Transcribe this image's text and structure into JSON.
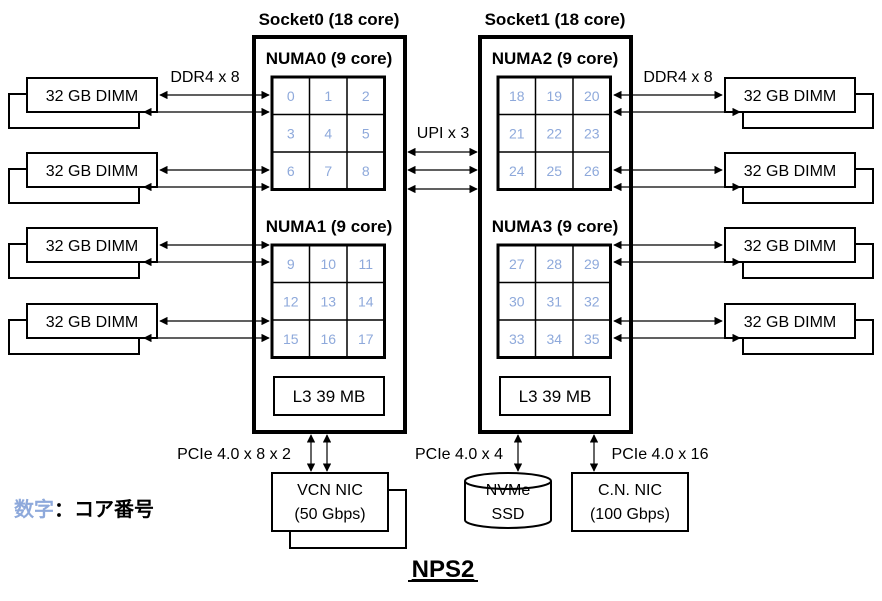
{
  "sockets": [
    {
      "label": "Socket0 (18 core)"
    },
    {
      "label": "Socket1 (18 core)"
    }
  ],
  "numa": [
    {
      "label": "NUMA0 (9 core)",
      "cores": [
        "0",
        "1",
        "2",
        "3",
        "4",
        "5",
        "6",
        "7",
        "8"
      ]
    },
    {
      "label": "NUMA1 (9 core)",
      "cores": [
        "9",
        "10",
        "11",
        "12",
        "13",
        "14",
        "15",
        "16",
        "17"
      ]
    },
    {
      "label": "NUMA2 (9 core)",
      "cores": [
        "18",
        "19",
        "20",
        "21",
        "22",
        "23",
        "24",
        "25",
        "26"
      ]
    },
    {
      "label": "NUMA3 (9 core)",
      "cores": [
        "27",
        "28",
        "29",
        "30",
        "31",
        "32",
        "33",
        "34",
        "35"
      ]
    }
  ],
  "l3": [
    "L3 39 MB",
    "L3 39 MB"
  ],
  "dimm_label": "32 GB DIMM",
  "ddr_label_left": "DDR4 x 8",
  "ddr_label_right": "DDR4 x 8",
  "upi_label": "UPI x 3",
  "pcie": {
    "vcn": "PCIe 4.0 x 8 x 2",
    "nvme": "PCIe 4.0 x 4",
    "cn": "PCIe 4.0 x 16"
  },
  "devices": {
    "vcn_line1": "VCN NIC",
    "vcn_line2": "(50 Gbps)",
    "nvme_line1": "NVMe",
    "nvme_line2": "SSD",
    "cn_line1": "C.N. NIC",
    "cn_line2": "(100 Gbps)"
  },
  "legend": {
    "key": "数字",
    "sep": "：",
    "desc": "コア番号"
  },
  "footer_title": "NPS2",
  "colors": {
    "core_number": "#8ea9db",
    "legend_key": "#8ea9db",
    "line": "#000000"
  }
}
